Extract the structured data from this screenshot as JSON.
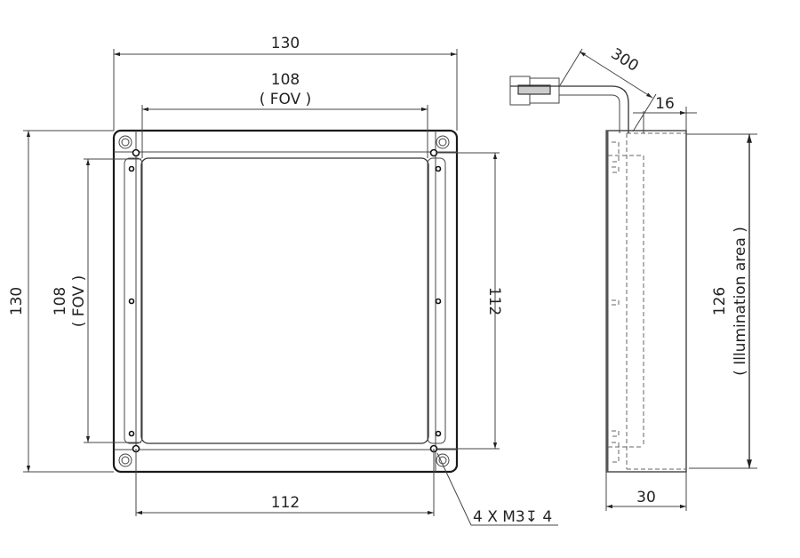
{
  "drawing": {
    "front_view": {
      "width_overall": "130",
      "height_overall": "130",
      "fov_width": "108",
      "fov_width_label": "( FOV )",
      "fov_height": "108",
      "fov_height_label": "( FOV )",
      "hole_spacing_horizontal": "112",
      "hole_spacing_vertical": "112",
      "hole_callout": "4 X M3↧ 4"
    },
    "side_view": {
      "cable_length": "300",
      "cable_offset": "16",
      "depth": "30",
      "illumination_height": "126",
      "illumination_label": "( Illumination area )"
    }
  }
}
